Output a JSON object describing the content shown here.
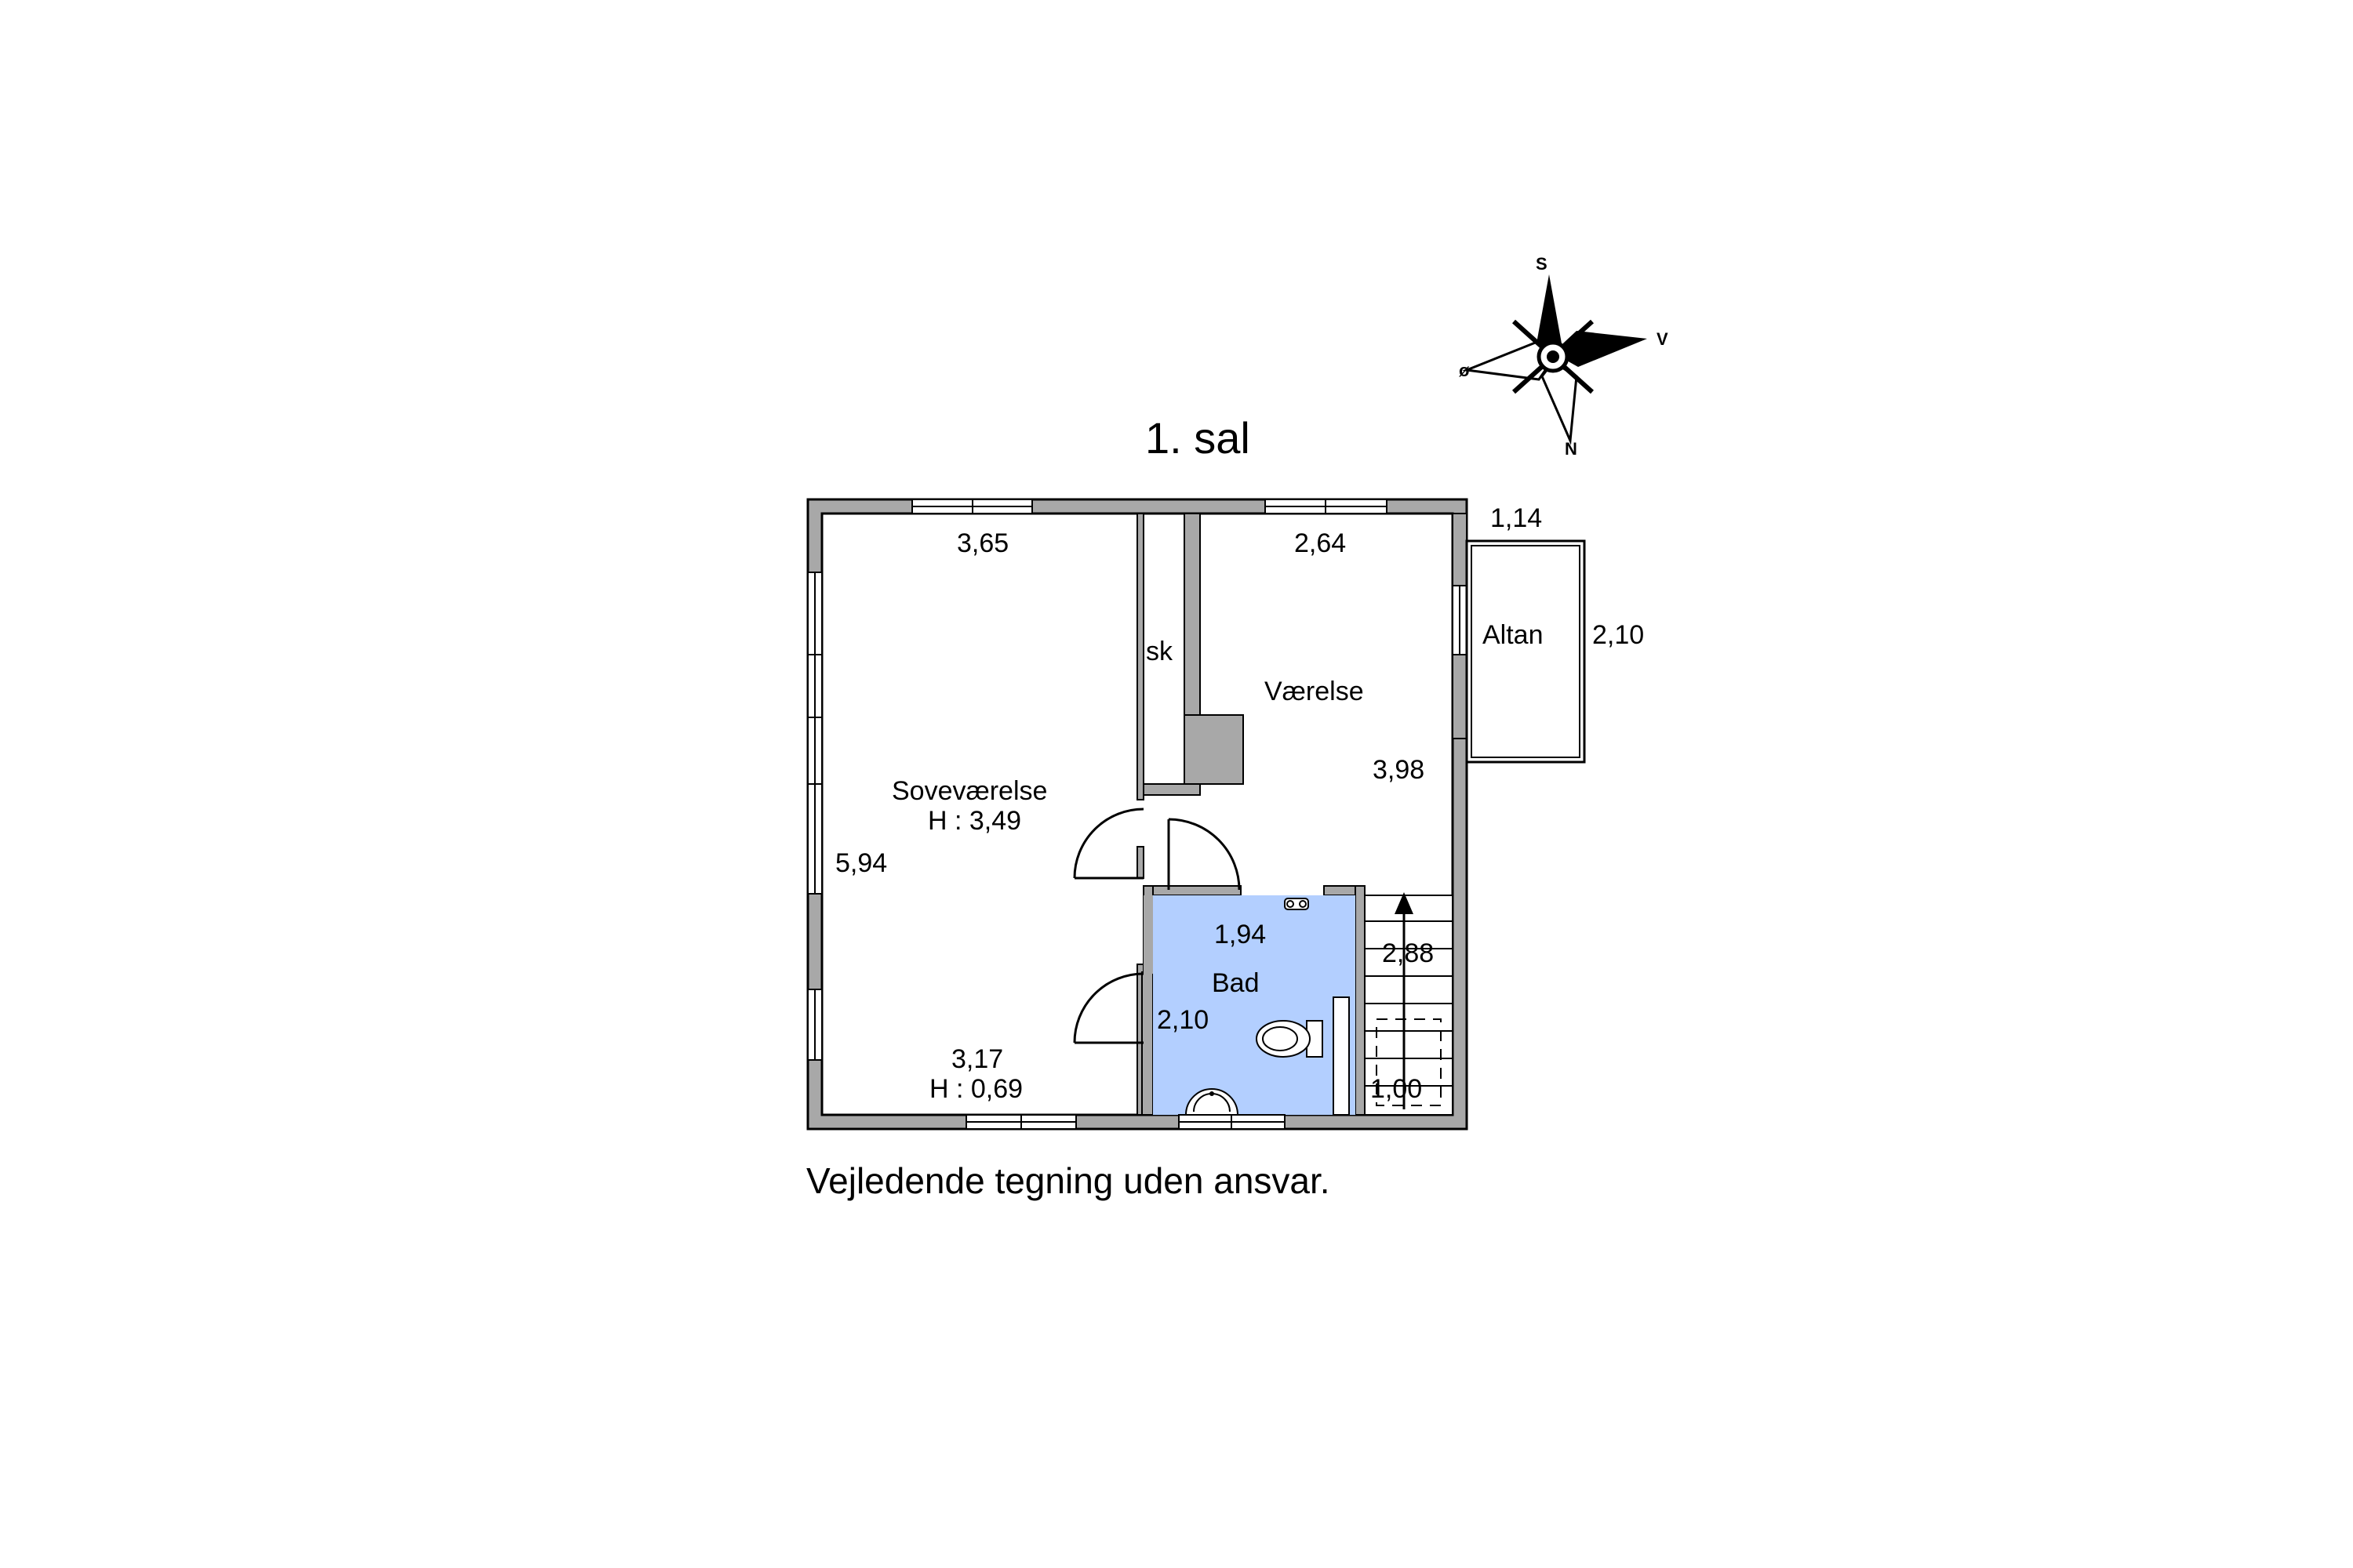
{
  "plan": {
    "floor_title": "1. sal",
    "disclaimer": "Vejledende tegning uden ansvar."
  },
  "compass": {
    "top": "S",
    "right": "V",
    "left": "ø",
    "bottom": "N"
  },
  "rooms": {
    "bedroom": {
      "name": "Soveværelse",
      "height_top": "H : 3,49",
      "height_bottom": "H : 0,69",
      "width_top": "3,65",
      "width_bottom": "3,17",
      "depth": "5,94"
    },
    "closet": {
      "name": "sk"
    },
    "room": {
      "name": "Værelse",
      "width": "2,64",
      "depth": "3,98"
    },
    "balcony": {
      "name": "Altan",
      "width": "1,14",
      "depth": "2,10"
    },
    "bath": {
      "name": "Bad",
      "width": "1,94",
      "depth": "2,10",
      "fill_color": "#b3cfff"
    },
    "stairs": {
      "length": "2,88",
      "width": "1,00"
    }
  },
  "colors": {
    "wall": "#a8a8a8",
    "bath": "#b3cfff",
    "chimney": "#a8a8a8"
  }
}
